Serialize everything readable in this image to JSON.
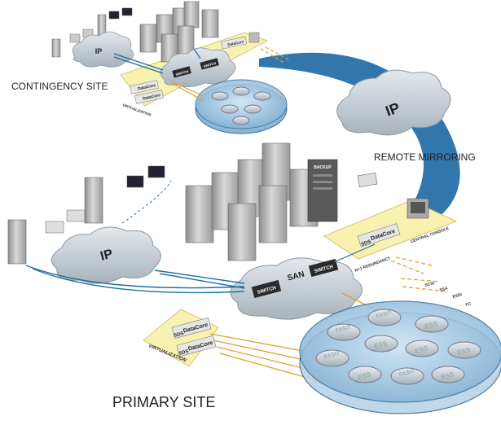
{
  "labels": {
    "contingency_site": "CONTINGENCY SITE",
    "primary_site": "PRIMARY SITE",
    "remote_mirroring": "REMOTE MIRRORING",
    "ip": "IP",
    "san": "SAN",
    "switch": "SWITCH",
    "virtualization": "VIRTUALIZATION",
    "backup": "BACKUP",
    "central_console": "CENTRAL CONSOLE",
    "n1_redundancy": "N+1 REDUNDANCY",
    "sds": "SDS",
    "datacore": "DataCore",
    "fasit": "FASIT",
    "ess": "ESS",
    "scsi": "SCSI",
    "ssa": "SSA",
    "esdi": "ESDI",
    "fc": "FC"
  },
  "colors": {
    "cloud": "#c8d0d8",
    "link": "#1e6fa0",
    "fiber": "#e0a030",
    "zone": "#f8f2b0",
    "pool": "#9cc6e4",
    "server": "#b4b4b4",
    "switch": "#2a2a2a"
  }
}
